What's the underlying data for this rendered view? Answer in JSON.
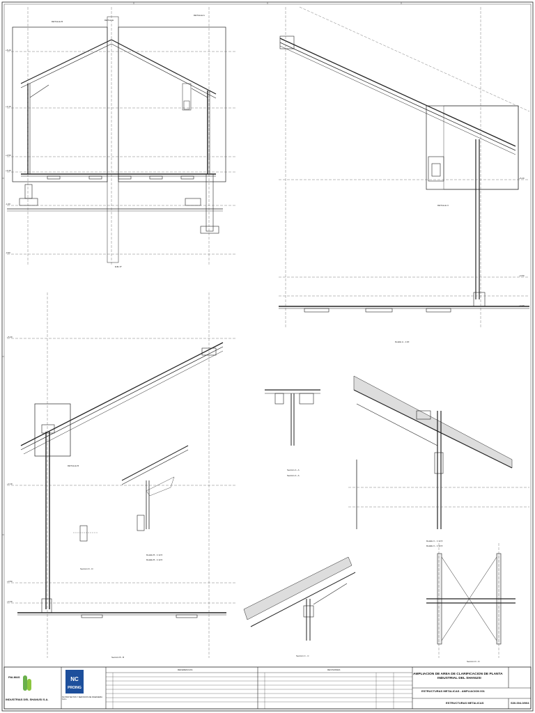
{
  "sheet": {
    "detail_a": "DETALLE A",
    "detail_b": "DETALLE B",
    "detail_c": "DETALLE C",
    "eje": "EJE 1T",
    "detalle_label": "Detalle A - 1:20",
    "seccion_a": "Sección A - A",
    "seccion_b": "Sección B - B",
    "seccion_c": "Sección C - C",
    "seccion_d": "Sección D - D",
    "detalle_b_scale": "Detalle B - 1:12,5",
    "detalle_c_scale": "Detalle C - 1:12,5"
  },
  "title_block": {
    "client_short": "PALMAS",
    "client_full": "INDUSTRIAS DEL SHANUSI S.A.",
    "consultant": "NC PROING",
    "consultant_sub": "NC PROYECTOS Y SERVICIOS DE INGENIERIA S.R.L.",
    "references": "REFERENCIAS",
    "revisions": "REVISIONES",
    "project_title_1": "AMPLIACION DE AREA DE CLARIFICACION DE PLANTA",
    "project_title_2": "INDUSTRIAL DEL SHANUSI",
    "drawing_title": "ESTRUCTURAS METALICAS - AMPLIACION 001",
    "drawing_subtitle": "ESTRUCTURAS METALICAS",
    "drawing_number": "S30-004-0/004"
  }
}
